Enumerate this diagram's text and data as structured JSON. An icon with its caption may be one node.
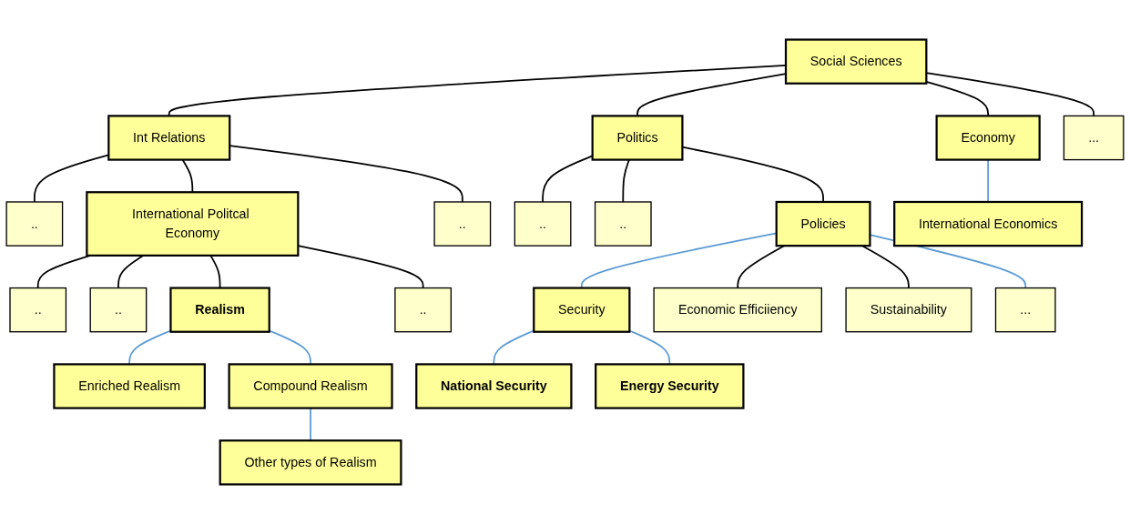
{
  "diagram": {
    "nodes": [
      {
        "text": [
          "Social Sciences"
        ]
      },
      {
        "text": [
          "Int Relations"
        ]
      },
      {
        "text": [
          "Politics"
        ]
      },
      {
        "text": [
          "Economy"
        ]
      },
      {
        "text": [
          "..."
        ]
      },
      {
        "text": [
          ".."
        ]
      },
      {
        "text": [
          "International Politcal Economy"
        ]
      },
      {
        "text": [
          ".."
        ]
      },
      {
        "text": [
          ".."
        ]
      },
      {
        "text": [
          ".."
        ]
      },
      {
        "text": [
          "Policies"
        ]
      },
      {
        "text": [
          "International Economics"
        ]
      },
      {
        "text": [
          ".."
        ]
      },
      {
        "text": [
          ".."
        ]
      },
      {
        "text": [
          "Realism"
        ]
      },
      {
        "text": [
          ".."
        ]
      },
      {
        "text": [
          "Enriched Realism"
        ]
      },
      {
        "text": [
          "Compound Realism"
        ]
      },
      {
        "text": [
          "Other types of Realism"
        ]
      },
      {
        "text": [
          "Security"
        ]
      },
      {
        "text": [
          "National Security"
        ]
      },
      {
        "text": [
          "Energy Security"
        ]
      },
      {
        "text": [
          "Economic Efficiiency"
        ]
      },
      {
        "text": [
          "Sustainability"
        ]
      },
      {
        "text": [
          "..."
        ]
      }
    ],
    "edges": [
      {
        "from": 0,
        "to": 1,
        "arrow": "none"
      },
      {
        "from": 0,
        "to": 2,
        "arrow": "none"
      },
      {
        "from": 0,
        "to": 3,
        "arrow": "none"
      },
      {
        "from": 0,
        "to": 4,
        "arrow": "none"
      },
      {
        "from": 1,
        "to": 5,
        "arrow": "none"
      },
      {
        "from": 1,
        "to": 6,
        "arrow": "none"
      },
      {
        "from": 1,
        "to": 7,
        "arrow": "none"
      },
      {
        "from": 2,
        "to": 8,
        "arrow": "none"
      },
      {
        "from": 2,
        "to": 9,
        "arrow": "none"
      },
      {
        "from": 2,
        "to": 10,
        "arrow": "none"
      },
      {
        "from": 3,
        "to": 11,
        "arrow": "none",
        "color": "#5b9bd5"
      },
      {
        "from": 6,
        "to": 12,
        "arrow": "none"
      },
      {
        "from": 6,
        "to": 13,
        "arrow": "none"
      },
      {
        "from": 6,
        "to": 14,
        "arrow": "none"
      },
      {
        "from": 6,
        "to": 15,
        "arrow": "none"
      },
      {
        "from": 14,
        "to": 16,
        "arrow": "none",
        "color": "#5b9bd5"
      },
      {
        "from": 14,
        "to": 17,
        "arrow": "none",
        "color": "#5b9bd5"
      },
      {
        "from": 17,
        "to": 18,
        "arrow": "none",
        "color": "#5b9bd5"
      },
      {
        "from": 10,
        "to": 19,
        "arrow": "none",
        "color": "#5b9bd5"
      },
      {
        "from": 19,
        "to": 20,
        "arrow": "none",
        "color": "#5b9bd5"
      },
      {
        "from": 19,
        "to": 21,
        "arrow": "none",
        "color": "#5b9bd5"
      },
      {
        "from": 10,
        "to": 22,
        "arrow": "none"
      },
      {
        "from": 10,
        "to": 23,
        "arrow": "none"
      },
      {
        "from": 10,
        "to": 24,
        "arrow": "none",
        "color": "#5b9bd5"
      }
    ]
  }
}
